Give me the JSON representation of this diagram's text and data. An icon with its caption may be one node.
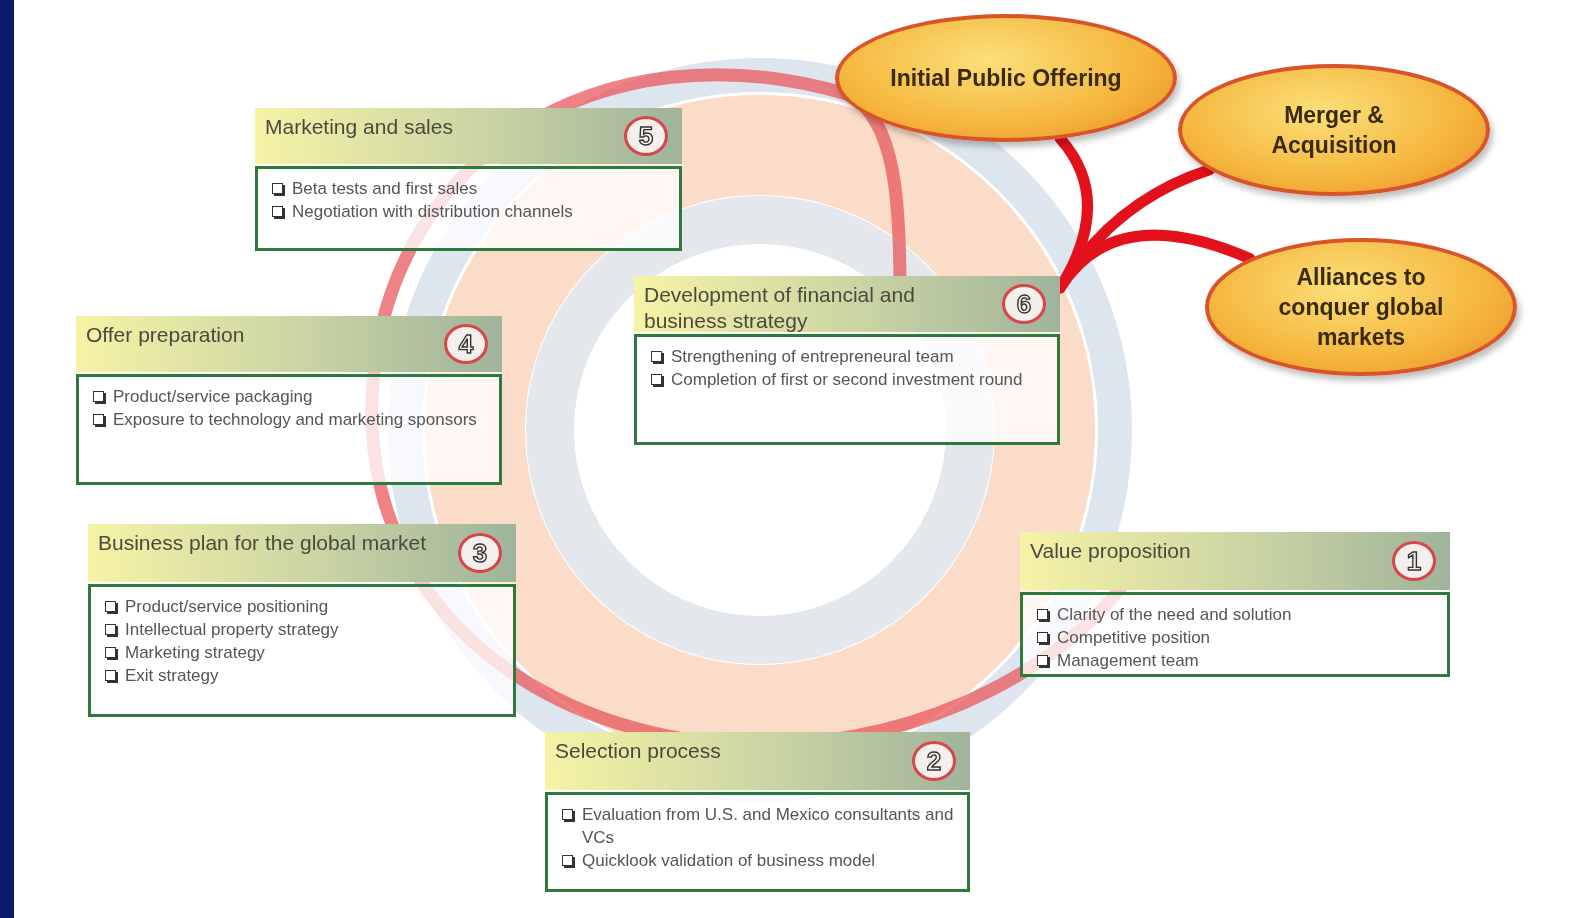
{
  "diagram": {
    "nodes": [
      {
        "text": [
          "Value proposition",
          "1",
          "Clarity of the need and solution",
          "Competitive position",
          "Management team"
        ]
      },
      {
        "text": [
          "Selection process",
          "2",
          "Evaluation from U.S. and Mexico consultants and VCs",
          "Quicklook validation of business model"
        ]
      },
      {
        "text": [
          "Business plan for the global market",
          "3",
          "Product/service positioning",
          "Intellectual property strategy",
          "Marketing strategy",
          "Exit strategy"
        ]
      },
      {
        "text": [
          "Offer preparation",
          "4",
          "Product/service packaging",
          "Exposure to technology and marketing sponsors"
        ]
      },
      {
        "text": [
          "Marketing and sales",
          "5",
          "Beta tests and first sales",
          "Negotiation with distribution channels"
        ]
      },
      {
        "text": [
          "Development of financial and business strategy",
          "6",
          "Strengthening of entrepreneural team",
          "Completion of first or second investment round"
        ]
      },
      {
        "text": [
          "Initial Public Offering"
        ]
      },
      {
        "text": [
          "Merger & Acquisition"
        ]
      },
      {
        "text": [
          "Alliances to conquer global markets"
        ]
      }
    ],
    "edges": [
      {
        "from": 5,
        "to": 6,
        "arrow": "none"
      },
      {
        "from": 5,
        "to": 7,
        "arrow": "none"
      },
      {
        "from": 5,
        "to": 8,
        "arrow": "none"
      }
    ]
  }
}
